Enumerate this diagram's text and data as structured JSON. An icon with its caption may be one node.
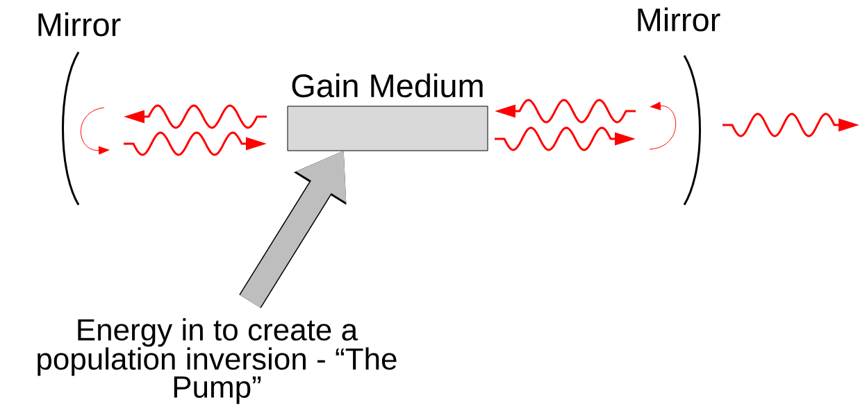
{
  "diagram": {
    "nodes": [
      {
        "text": [
          "Mirror"
        ]
      },
      {
        "text": [
          "Mirror"
        ]
      },
      {
        "text": [
          "Gain Medium"
        ]
      },
      {
        "text": [
          "Energy in to create a population inversion - “The Pump”"
        ]
      }
    ],
    "edges": [
      {
        "from": 3,
        "to": 2,
        "arrow": "to",
        "style": "thick",
        "color": "#bebebe"
      },
      {
        "from": 2,
        "to": 0,
        "arrow": "to"
      },
      {
        "from": 0,
        "to": 2,
        "arrow": "to"
      },
      {
        "from": 1,
        "to": 2,
        "arrow": "to"
      },
      {
        "from": 2,
        "to": 1,
        "arrow": "to"
      },
      {
        "from": 1,
        "to": null,
        "arrow": "to"
      }
    ]
  }
}
